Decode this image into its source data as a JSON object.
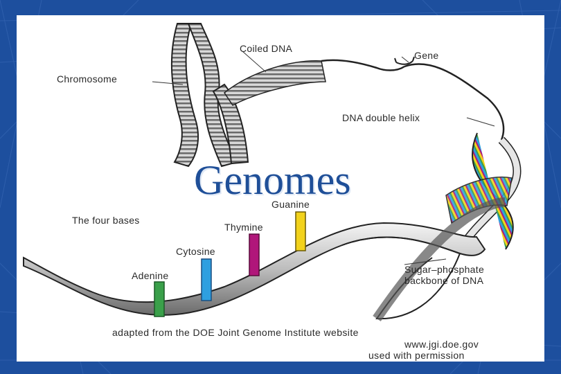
{
  "slide": {
    "title": "Genomes",
    "background_color": "#1d4f9e",
    "title_color": "#1f4f98"
  },
  "diagram": {
    "labels": {
      "chromosome": "Chromosome",
      "coiled_dna": "Coiled DNA",
      "gene": "Gene",
      "dna_double_helix": "DNA double helix",
      "four_bases": "The four bases",
      "guanine": "Guanine",
      "thymine": "Thymine",
      "cytosine": "Cytosine",
      "adenine": "Adenine",
      "backbone_line1": "Sugar–phosphate",
      "backbone_line2": "backbone of DNA"
    },
    "base_colors": {
      "adenine": "#3aa04a",
      "cytosine": "#2e9fe0",
      "thymine": "#b0167a",
      "guanine": "#f2d21b"
    }
  },
  "credit": {
    "line1": "adapted from the DOE Joint Genome Institute website",
    "line2": "www.jgi.doe.gov",
    "line3": "used with permission"
  }
}
